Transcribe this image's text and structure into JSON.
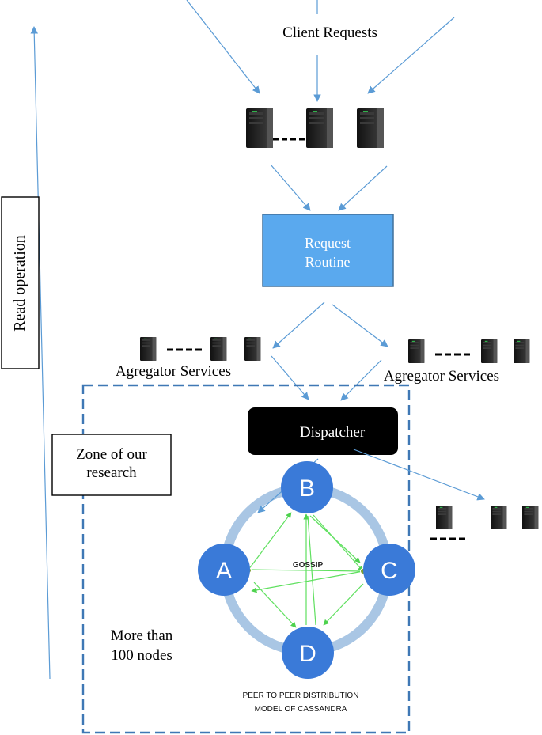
{
  "labels": {
    "client_requests": "Client Requests",
    "request_routine_line1": "Request",
    "request_routine_line2": "Routine",
    "aggregator_left": "Agregator Services",
    "aggregator_right": "Agregator Services",
    "dispatcher": "Dispatcher",
    "zone_line1": "Zone of our",
    "zone_line2": "research",
    "read_operation": "Read operation",
    "more_line1": "More than",
    "more_line2": "100 nodes",
    "gossip": "GOSSIP",
    "caption_line1": "PEER TO PEER DISTRIBUTION",
    "caption_line2": "MODEL OF CASSANDRA"
  },
  "nodes": {
    "a": "A",
    "b": "B",
    "c": "C",
    "d": "D"
  },
  "colors": {
    "arrow_blue": "#5b9bd5",
    "routine_fill": "#5aa9ee",
    "routine_border": "#41719c",
    "node_blue": "#3a7ad8",
    "ring": "#a9c6e4",
    "gossip_green": "#5fe05f",
    "zone_dash": "#3f78b5",
    "dispatcher_fill": "#000000",
    "server_dark": "#262626"
  }
}
